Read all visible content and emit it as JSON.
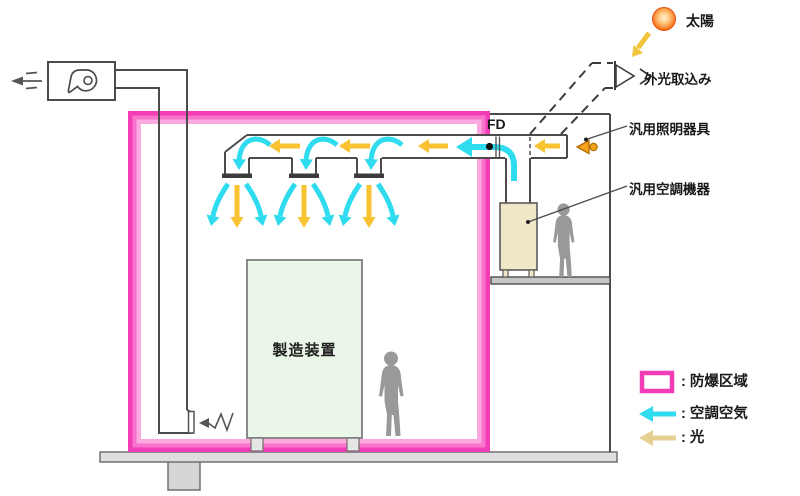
{
  "diagram": {
    "sun_label": "太陽",
    "intake_label": "外光取込み",
    "lighting_label": "汎用照明器具",
    "hvac_label": "汎用空調機器",
    "fd_label": "FD",
    "equipment_label": "製造装置"
  },
  "legend": {
    "zone": ": 防爆区域",
    "air": ": 空調空気",
    "light": ": 光"
  },
  "colors": {
    "zone_pink": "#F33DB7",
    "air_cyan": "#2FDBEF",
    "light_yellow": "#F9C231",
    "legend_light_arrow": "#E4D193",
    "ac_unit_beige": "#EFE7C6",
    "equipment_green": "#EAF6E7"
  }
}
